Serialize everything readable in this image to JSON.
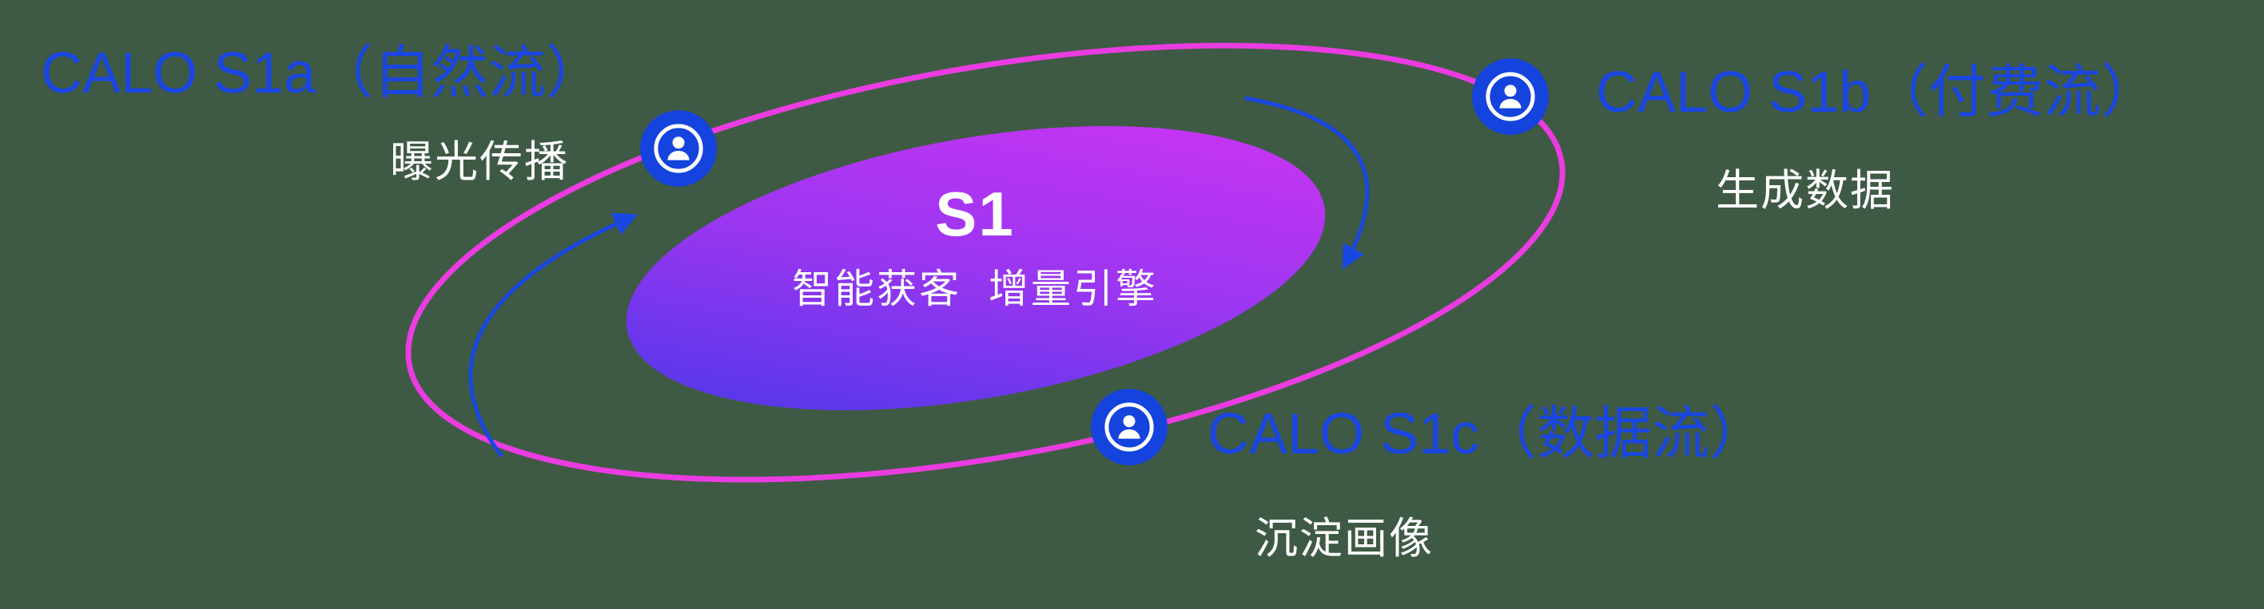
{
  "core": {
    "title": "S1",
    "subtitle": "智能获客  增量引擎"
  },
  "nodes": [
    {
      "id": "s1a",
      "label": "CALO S1a（自然流）",
      "sublabel": "曝光传播"
    },
    {
      "id": "s1b",
      "label": "CALO S1b（付费流）",
      "sublabel": "生成数据"
    },
    {
      "id": "s1c",
      "label": "CALO S1c（数据流）",
      "sublabel": "沉淀画像"
    }
  ],
  "icons": [
    {
      "name": "user-icon",
      "glyph": "person-in-circle"
    }
  ],
  "colors": {
    "bg": "#3f5a44",
    "label-blue": "#1a46e0",
    "icon-blue": "#1443dd",
    "arrow-blue": "#1847e2",
    "orbit-pink": "#ea3ce1",
    "core-grad-start": "#4038e8",
    "core-grad-mid": "#9a36f0",
    "core-grad-end": "#d434f4",
    "text-white": "#ffffff"
  }
}
